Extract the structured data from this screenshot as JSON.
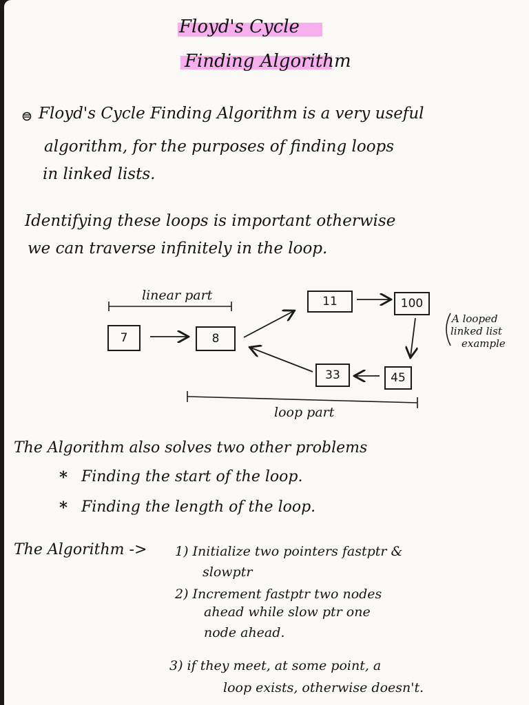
{
  "title": {
    "line1": "Floyd's Cycle",
    "line2": "Finding Algorithm"
  },
  "intro": {
    "line1": "Floyd's Cycle Finding Algorithm is a very useful",
    "line2": "algorithm, for the purposes of finding loops",
    "line3": "in linked lists."
  },
  "importance": {
    "line1": "Identifying these loops is important otherwise",
    "line2": "we can traverse infinitely in the loop."
  },
  "diagram": {
    "linear_label": "linear part",
    "loop_label": "loop part",
    "nodes": {
      "n7": "7",
      "n8": "8",
      "n11": "11",
      "n100": "100",
      "n45": "45",
      "n33": "33"
    },
    "note": {
      "line1": "A looped",
      "line2": "linked list",
      "line3": "example"
    }
  },
  "problems": {
    "heading": "The Algorithm also solves two other problems",
    "bullet_mark": "*",
    "item1": "Finding the start of the loop.",
    "item2": "Finding the length of the loop."
  },
  "algorithm": {
    "heading": "The Algorithm ->",
    "step1_line1": "1) Initialize two pointers fastptr &",
    "step1_line2": "slowptr",
    "step2_line1": "2) Increment fastptr two nodes",
    "step2_line2": "ahead while slow ptr one",
    "step2_line3": "node ahead.",
    "step3_line1": "3) if they meet, at some point, a",
    "step3_line2": "loop exists, otherwise doesn't."
  }
}
